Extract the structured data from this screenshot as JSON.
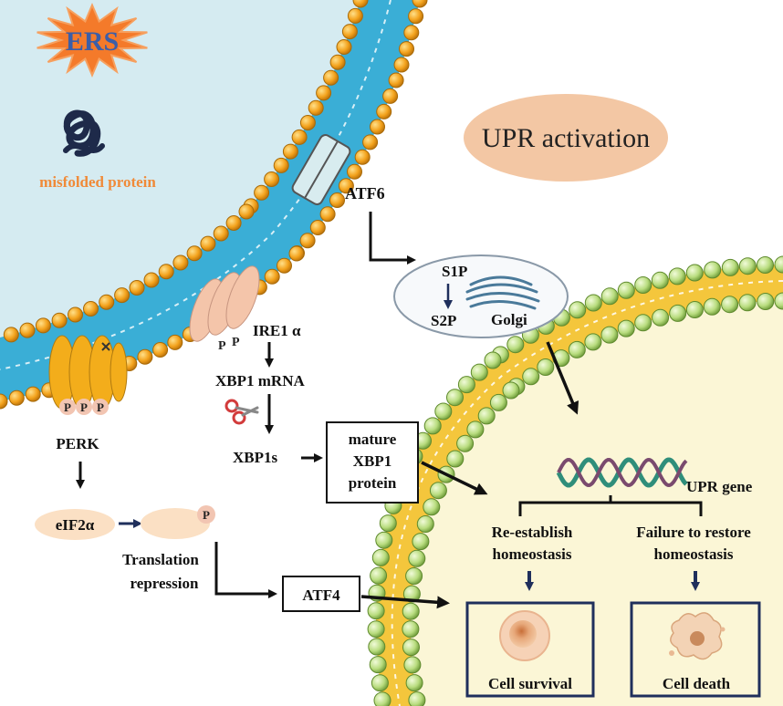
{
  "ers_label": "ERS",
  "misfolded_label": "misfolded protein",
  "upr_activation": "UPR activation",
  "atf6": "ATF6",
  "s1p": "S1P",
  "s2p": "S2P",
  "golgi": "Golgi",
  "ire1": "IRE1 α",
  "xbp1_mrna": "XBP1 mRNA",
  "xbp1s": "XBP1s",
  "mature": {
    "line1": "mature",
    "line2": "XBP1",
    "line3": "protein"
  },
  "perk": "PERK",
  "eif2a": "eIF2α",
  "p": "P",
  "translation": {
    "line1": "Translation",
    "line2": "repression"
  },
  "atf4": "ATF4",
  "upr_gene": "UPR gene",
  "reestablish": {
    "line1": "Re-establish",
    "line2": "homeostasis"
  },
  "failure": {
    "line1": "Failure to restore",
    "line2": "homeostasis"
  },
  "cell_survival": "Cell survival",
  "cell_death": "Cell death",
  "colors": {
    "er_lumen": "#d5ebf1",
    "er_membrane": "#3aaed6",
    "lipid_head_orange": "#f3a21c",
    "cell_cytoplasm": "#fbf6d6",
    "cell_membrane": "#f4c63c",
    "lipid_head_green": "#b8dc7e",
    "upr_ellipse": "#f3c7a4",
    "ers_burst": "#f47a2a",
    "ers_text": "#3b5ea8",
    "misfolded_text": "#f08a38",
    "dark_arrow": "#1f2f5c"
  }
}
